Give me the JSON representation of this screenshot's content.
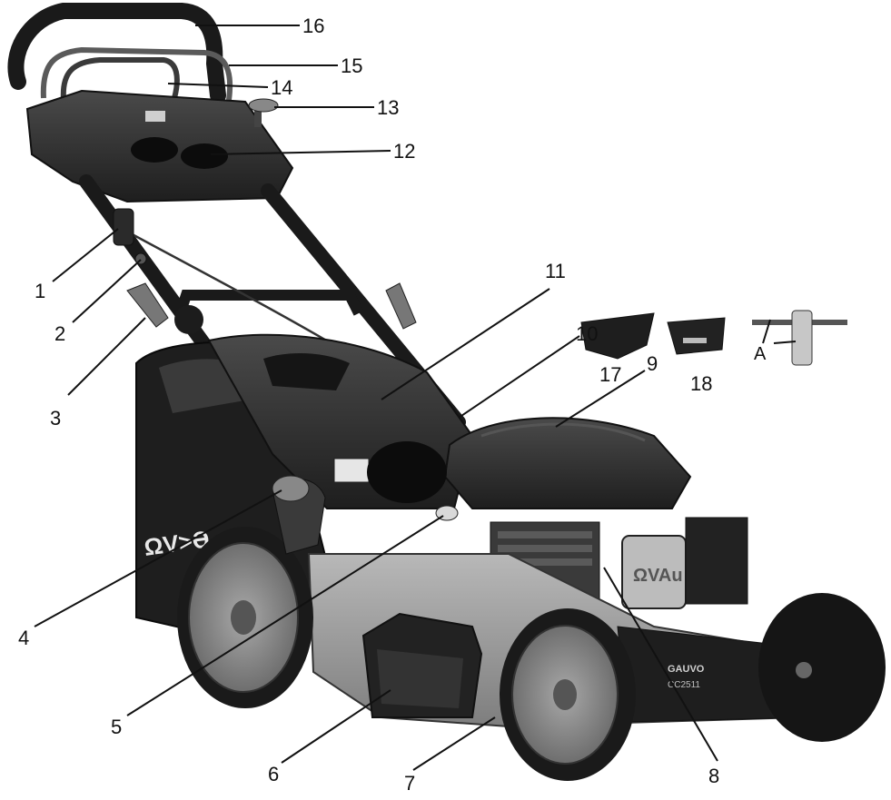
{
  "callouts": {
    "c1": "1",
    "c2": "2",
    "c3": "3",
    "c4": "4",
    "c5": "5",
    "c6": "6",
    "c7": "7",
    "c8": "8",
    "c9": "9",
    "c10": "10",
    "c11": "11",
    "c12": "12",
    "c13": "13",
    "c14": "14",
    "c15": "15",
    "c16": "16",
    "c17": "17",
    "c18": "18",
    "cA": "A"
  },
  "branding": {
    "bag_logo": "ΩV>Ə",
    "deck_brand": "GAUVO",
    "deck_model": "CC2511",
    "engine_cover": "ΩVAu"
  },
  "colors": {
    "body": "#2a2a2a",
    "deck": "#9a9a9a",
    "wheel_hub": "#8c8c8c",
    "tire": "#1a1a1a",
    "bag": "#1e1e1e"
  }
}
